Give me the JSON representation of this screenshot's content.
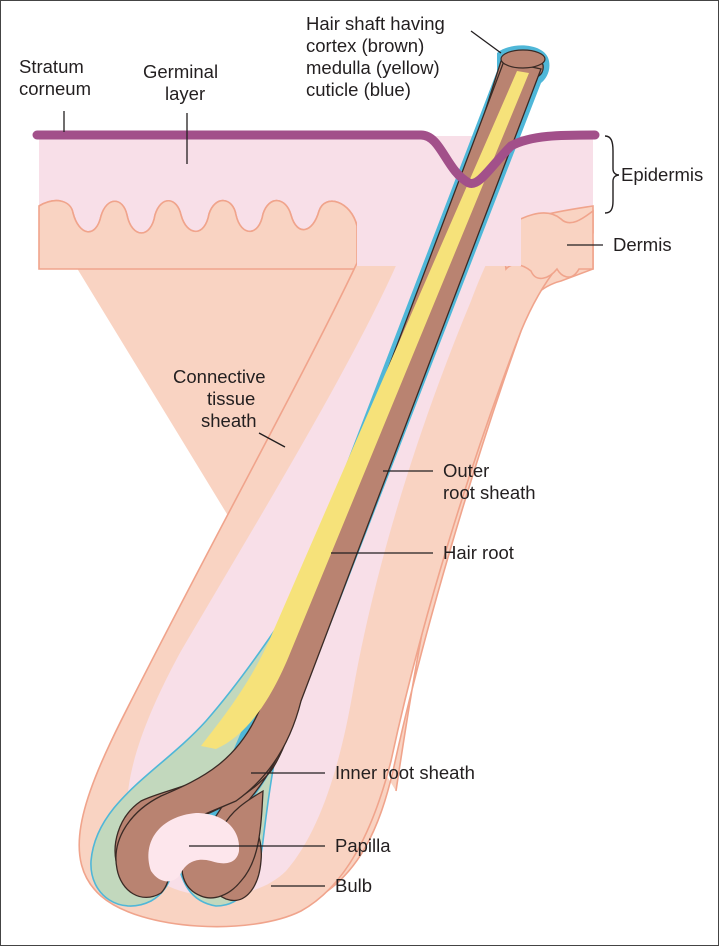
{
  "figure": {
    "labels": {
      "stratum_corneum": [
        "Stratum",
        "corneum"
      ],
      "germinal_layer": [
        "Germinal",
        "layer"
      ],
      "hair_shaft": [
        "Hair shaft having",
        "cortex (brown)",
        "medulla (yellow)",
        "cuticle (blue)"
      ],
      "epidermis": "Epidermis",
      "dermis": "Dermis",
      "connective_tissue_sheath": [
        "Connective",
        "tissue",
        "sheath"
      ],
      "outer_root_sheath": [
        "Outer",
        "root sheath"
      ],
      "hair_root": "Hair root",
      "inner_root_sheath": "Inner root sheath",
      "papilla": "Papilla",
      "bulb": "Bulb"
    },
    "colors": {
      "stratum_corneum": "#a2508a",
      "epidermis_fill": "#f8dfe8",
      "dermis_fill": "#f9d3c2",
      "dermis_edge": "#f0a48c",
      "cortex": "#b98371",
      "medulla": "#f6e27a",
      "cuticle": "#4fb7d8",
      "inner_root_sheath": "#c2d8bd",
      "papilla": "#fde6ec"
    }
  }
}
